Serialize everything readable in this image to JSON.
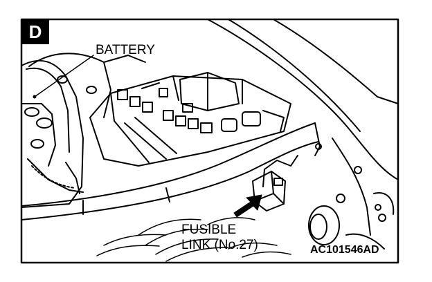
{
  "view_letter": "D",
  "labels": {
    "battery": "BATTERY",
    "fusible_link_line1": "FUSIBLE",
    "fusible_link_line2": "LINK (No.27)"
  },
  "figure_code": "AC101546AD"
}
